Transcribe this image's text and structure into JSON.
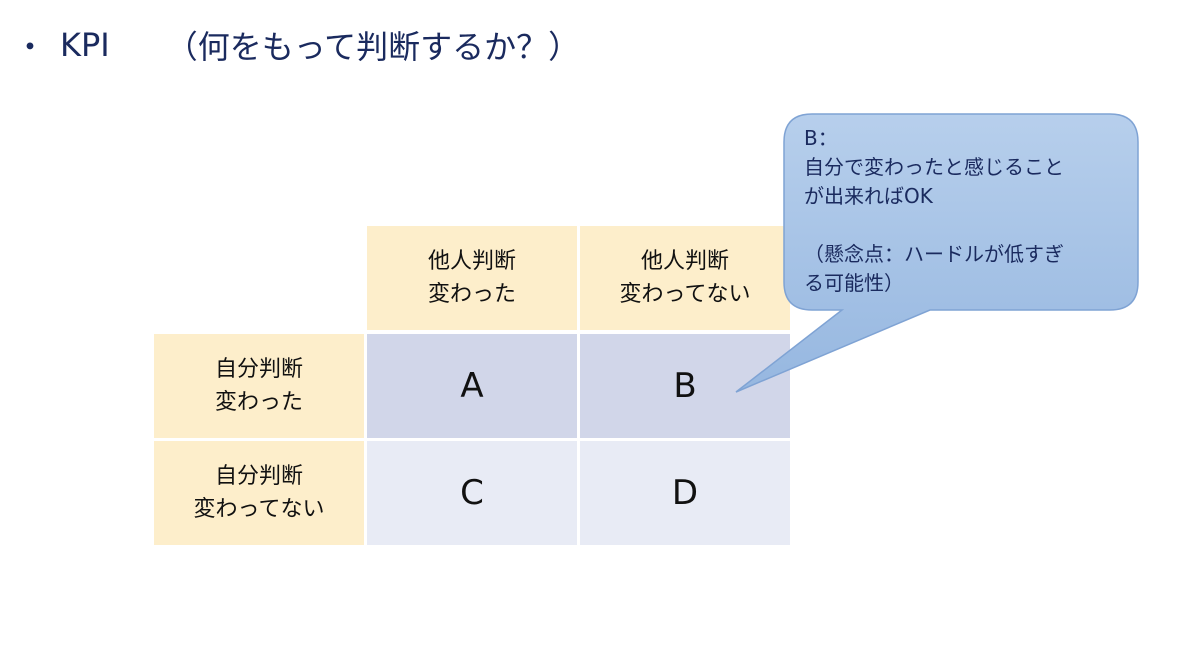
{
  "title": {
    "bullet": "・",
    "kpi": "KPI",
    "question": "（何をもって判断するか？）"
  },
  "matrix": {
    "col_headers": [
      "他人判断\n変わった",
      "他人判断\n変わってない"
    ],
    "row_headers": [
      "自分判断\n変わった",
      "自分判断\n変わってない"
    ],
    "cells": [
      [
        "A",
        "B"
      ],
      [
        "C",
        "D"
      ]
    ]
  },
  "callout": {
    "text": "B：\n自分で変わったと感じること\nが出来ればOK\n\n（懸念点：ハードルが低すぎ\nる可能性）"
  },
  "colors": {
    "title": "#1a2a5e",
    "header_fill": "#fdeecb",
    "row1_fill": "#d1d6e9",
    "row2_fill": "#e8ebf5",
    "callout_fill": "#a6c3e6",
    "callout_stroke": "#7fa3d4"
  }
}
